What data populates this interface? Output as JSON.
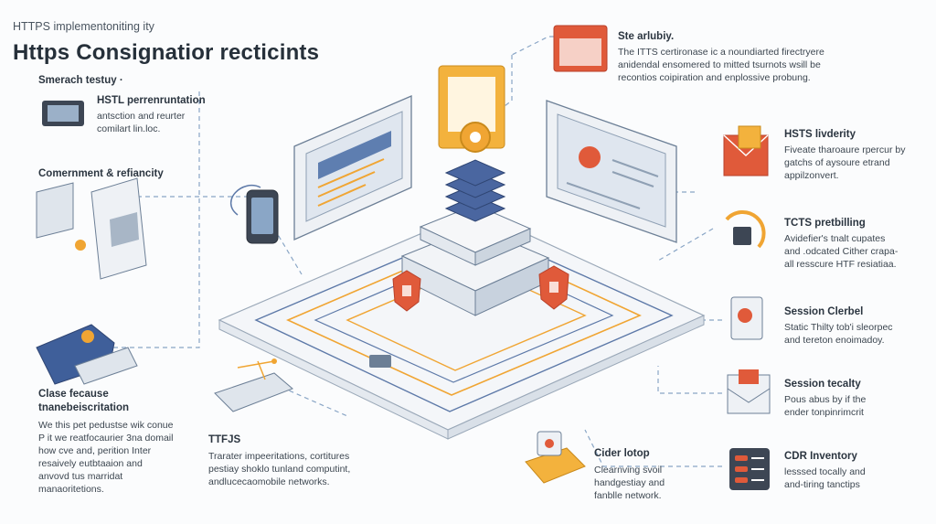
{
  "header": {
    "kicker": "HTTPS implementoniting ity",
    "title": "Https Consignatior recticints"
  },
  "left": {
    "search_label": "Smerach testuy ·",
    "hstl": {
      "title": "HSTL perrenruntation",
      "lines": [
        "antsction and reurter",
        "comilart lin.loc."
      ]
    },
    "comernment": {
      "title": "Comernment & refiancity"
    },
    "clase": {
      "title_lines": [
        "Clase fecause",
        "tnanebeiscritation"
      ],
      "lines": [
        "We this pet pedustse wik conue",
        "P it we reatfocaurier 3na domail",
        "how cve and, perition Inter",
        "resaively eutbtaaion and",
        "anvovd tus marridat",
        "manaoritetions."
      ]
    }
  },
  "center": {
    "ttfjs": {
      "title": "TTFJS",
      "lines": [
        "Trarater impeeritations, cortitures",
        "pestiay shoklo tunland computint,",
        "andlucecaomobile networks."
      ]
    },
    "cider": {
      "title": "Cider lotop",
      "lines": [
        "Clearnving svoil",
        "handgestiay and",
        "fanblle network."
      ]
    }
  },
  "right": {
    "top": {
      "title": "Ste arlubiy.",
      "lines": [
        "The ITTS certironase ic a noundiarted firectryere",
        "anidendal ensomered to mitted tsurnots wsill be",
        "recontios coipiration and enplossive probung."
      ]
    },
    "items": [
      {
        "title": "HSTS livderity",
        "lines": [
          "Fiveate tharoaure rpercur by",
          "gatchs of aysoure etrand",
          "appilzonvert."
        ]
      },
      {
        "title": "TCTS pretbilling",
        "lines": [
          "Avidefier's tnalt cupates",
          "and .odcated Cither crapa-",
          "all resscure HTF resiatiaa."
        ]
      },
      {
        "title": "Session Clerbel",
        "lines": [
          "Static Thilty tob'i sleorpec",
          "and tereton enoimadoy."
        ]
      },
      {
        "title": "Session tecalty",
        "lines": [
          "Pous abus by if the",
          "ender tonpinrimcrit"
        ]
      },
      {
        "title": "CDR Inventory",
        "lines": [
          "lesssed tocally and",
          "and-tiring tanctips"
        ]
      }
    ]
  },
  "colors": {
    "accent_orange": "#f0a533",
    "accent_red": "#e05a3a",
    "blue": "#3f5f9a",
    "line": "#6f8fb3"
  }
}
